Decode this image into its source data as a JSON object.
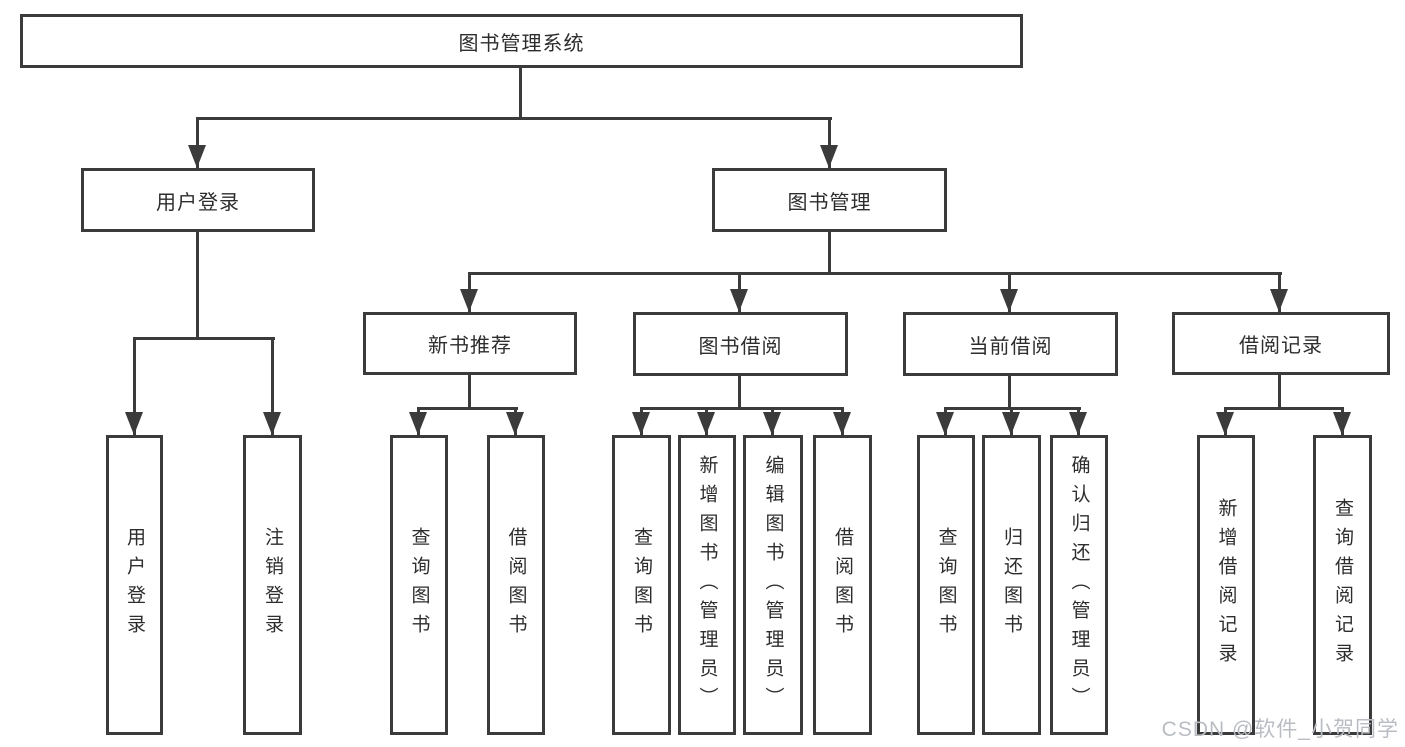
{
  "tree": {
    "label": "图书管理系统",
    "children": [
      {
        "label": "用户登录",
        "children": [
          {
            "label": "用户登录"
          },
          {
            "label": "注销登录"
          }
        ]
      },
      {
        "label": "图书管理",
        "children": [
          {
            "label": "新书推荐",
            "children": [
              {
                "label": "查询图书"
              },
              {
                "label": "借阅图书"
              }
            ]
          },
          {
            "label": "图书借阅",
            "children": [
              {
                "label": "查询图书"
              },
              {
                "label": "新增图书（管理员）"
              },
              {
                "label": "编辑图书（管理员）"
              },
              {
                "label": "借阅图书"
              }
            ]
          },
          {
            "label": "当前借阅",
            "children": [
              {
                "label": "查询图书"
              },
              {
                "label": "归还图书"
              },
              {
                "label": "确认归还（管理员）"
              }
            ]
          },
          {
            "label": "借阅记录",
            "children": [
              {
                "label": "新增借阅记录"
              },
              {
                "label": "查询借阅记录"
              }
            ]
          }
        ]
      }
    ]
  },
  "watermark": {
    "text": "CSDN @软件_小贺同学"
  },
  "colors": {
    "line": "#3b3b3b",
    "text": "#2d2d2d",
    "background": "#ffffff",
    "watermark": "#b9bdc3"
  }
}
